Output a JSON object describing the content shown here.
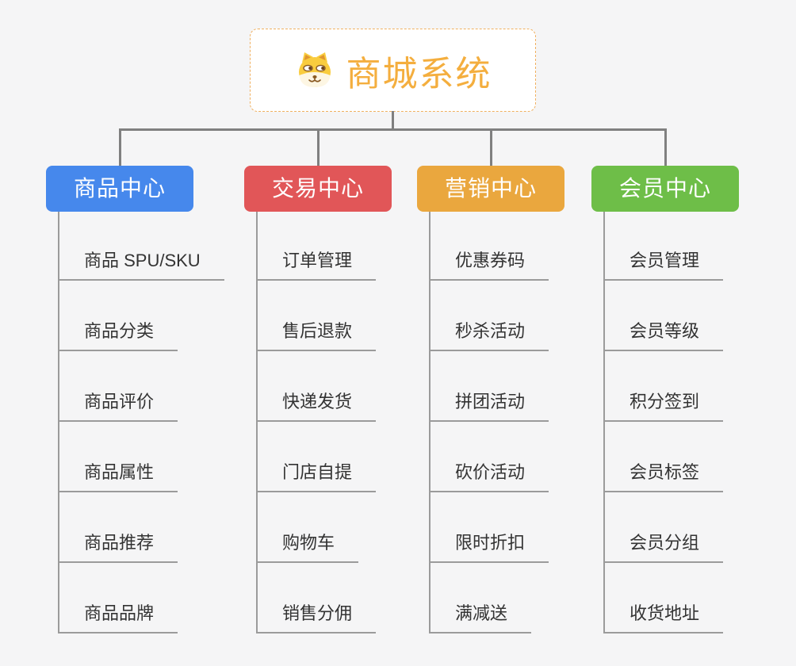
{
  "root": {
    "title": "商城系统",
    "icon": "doge-icon"
  },
  "colors": {
    "background": "#f5f5f6",
    "connector": "#808080",
    "branch_line": "#9b9b9b",
    "item_text": "#333333",
    "root_title": "#f4ae3e",
    "root_border": "#f0b060"
  },
  "branches": [
    {
      "label": "商品中心",
      "color": "#4688ec",
      "items": [
        "商品 SPU/SKU",
        "商品分类",
        "商品评价",
        "商品属性",
        "商品推荐",
        "商品品牌"
      ]
    },
    {
      "label": "交易中心",
      "color": "#e15658",
      "items": [
        "订单管理",
        "售后退款",
        "快递发货",
        "门店自提",
        "购物车",
        "销售分佣"
      ]
    },
    {
      "label": "营销中心",
      "color": "#eaa73e",
      "items": [
        "优惠券码",
        "秒杀活动",
        "拼团活动",
        "砍价活动",
        "限时折扣",
        "满减送"
      ]
    },
    {
      "label": "会员中心",
      "color": "#6ebe48",
      "items": [
        "会员管理",
        "会员等级",
        "积分签到",
        "会员标签",
        "会员分组",
        "收货地址"
      ]
    }
  ]
}
